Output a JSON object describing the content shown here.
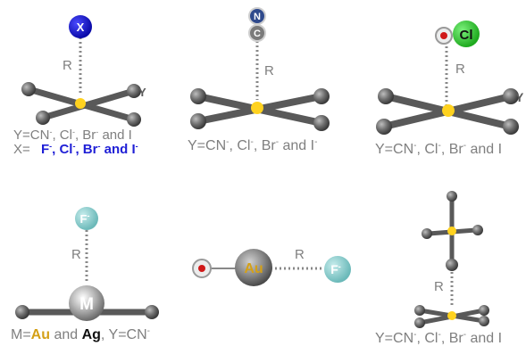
{
  "panel1": {
    "top_atom": "X",
    "r_label": "R",
    "y_atom": "Y",
    "y_line": {
      "prefix": "Y=CN",
      "cl": ", Cl",
      "br": ", Br",
      "i": " and I"
    },
    "x_line": {
      "prefix": "X= ",
      "f": "F",
      "cl": ", Cl",
      "br": ", Br",
      "i": " and I"
    }
  },
  "panel2": {
    "n_atom": "N",
    "c_atom": "C",
    "r_label": "R",
    "y_line": {
      "prefix": "Y=CN",
      "cl": ", Cl",
      "br": ", Br",
      "i": " and I"
    }
  },
  "panel3": {
    "cl_atom": "Cl",
    "r_label": "R",
    "y_atom": "Y",
    "y_line": {
      "prefix": "Y=CN",
      "cl": ", Cl",
      "br": ", Br",
      "i": " and I"
    }
  },
  "panel4": {
    "f_atom": "F",
    "r_label": "R",
    "m_atom": "M",
    "m_line": {
      "prefix": "M=",
      "au": "Au",
      "and": " and ",
      "ag": "Ag",
      "rest": ", Y=CN"
    }
  },
  "panel5": {
    "au_atom": "Au",
    "f_atom": "F",
    "r_label": "R"
  },
  "panel6": {
    "r_label": "R",
    "y_line": {
      "prefix": "Y=CN",
      "cl": ", Cl",
      "br": ", Br",
      "i": " and I"
    }
  },
  "superscripts": {
    "minus": "-"
  },
  "colors": {
    "x_atom": "#1515d0",
    "cl_atom": "#2bd12b",
    "f_atom": "#7cc8c8",
    "au_label": "#d4a017",
    "metal_center": "#ffd21f",
    "stick": "#555555",
    "ligand_ball": "#6b6b6b",
    "red_dot": "#d01818"
  }
}
